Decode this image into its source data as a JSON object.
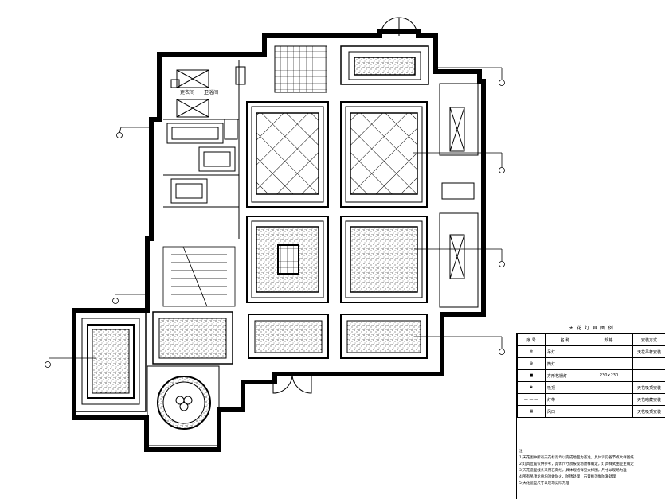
{
  "drawing": {
    "legend_title": "天 花 灯 具 图 例",
    "legend_headers": [
      "序 号",
      "名 称",
      "规格",
      "安装方式"
    ],
    "legend_rows": [
      {
        "icon": "chandelier-icon",
        "name": "吊灯",
        "spec": "",
        "mount": "天花吊杆安装"
      },
      {
        "icon": "downlight-icon",
        "name": "筒灯",
        "spec": "",
        "mount": ""
      },
      {
        "icon": "grille-icon",
        "name": "方形格栅灯",
        "spec": "230×230",
        "mount": ""
      },
      {
        "icon": "ceiling-lamp-icon",
        "name": "吸顶",
        "spec": "",
        "mount": "天花吸顶安装"
      },
      {
        "icon": "strip-light-icon",
        "name": "灯带",
        "spec": "",
        "mount": "天花暗藏安装"
      },
      {
        "icon": "vent-icon",
        "name": "风口",
        "spec": "",
        "mount": "天花吸顶安装"
      }
    ],
    "notes_heading": "注",
    "notes_lines": [
      "1.天花图中所有天花标高均以完成地面为基准，具体详见各节点大样图纸",
      "2.灯具位置仅供参考，具体尺寸须按现场放样确定，灯具样式由业主确定",
      "3.天花造型线条采用石膏线，具体规格详见大样图，尺寸以现场为准",
      "4.所有吊顶龙骨均须做防火、防锈处理，石膏板须做防潮处理",
      "5.天花造型尺寸以现场实际为准"
    ],
    "room_labels": [
      "更衣间",
      "卫浴间"
    ]
  }
}
